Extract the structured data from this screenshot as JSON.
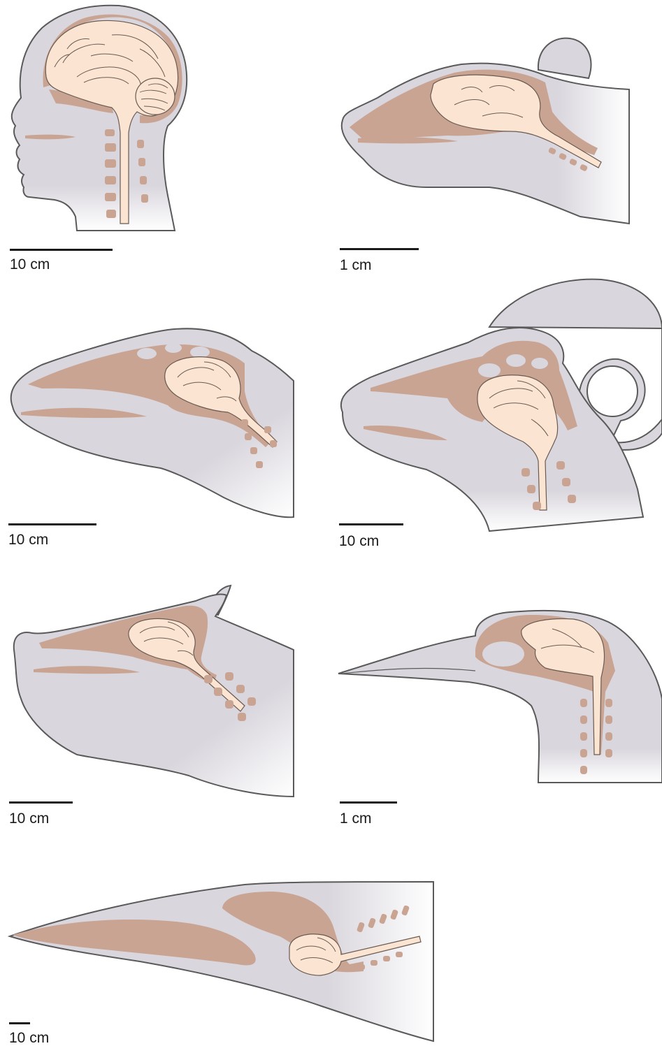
{
  "colors": {
    "head": "#d9d6dd",
    "head_outline": "#5a5a5a",
    "bone": "#c9a493",
    "brain": "#fbe5d2",
    "brain_line": "#6a5a50",
    "scale_bar": "#1a1a1a"
  },
  "panels": [
    {
      "name": "human",
      "scale_label": "10 cm"
    },
    {
      "name": "mouse",
      "scale_label": "1 cm"
    },
    {
      "name": "horse",
      "scale_label": "10 cm"
    },
    {
      "name": "ram",
      "scale_label": "10 cm"
    },
    {
      "name": "cow",
      "scale_label": "10 cm"
    },
    {
      "name": "bird",
      "scale_label": "1 cm"
    },
    {
      "name": "whale",
      "scale_label": "10 cm"
    }
  ]
}
